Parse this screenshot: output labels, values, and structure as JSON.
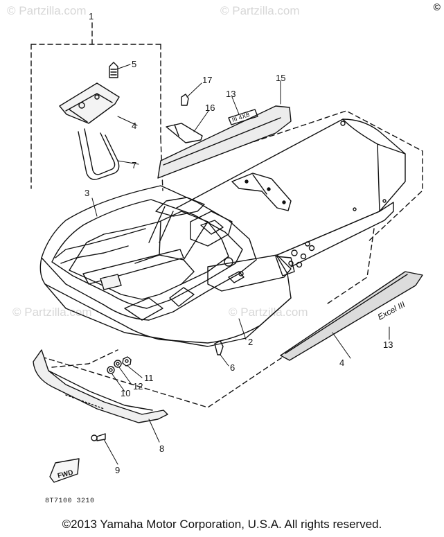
{
  "watermarks": {
    "partzilla": "© Partzilla.com"
  },
  "corner_mark": "©",
  "callouts": [
    "1",
    "2",
    "3",
    "4",
    "4",
    "5",
    "6",
    "7",
    "8",
    "9",
    "10",
    "11",
    "12",
    "13",
    "13",
    "15",
    "16",
    "17"
  ],
  "decals": {
    "small": "III 4X8",
    "long": "Excel III"
  },
  "fwd_tag": "FWD",
  "diagram_code": "8T7100 3210",
  "footer": "©2013 Yamaha Motor Corporation, U.S.A. All rights reserved."
}
